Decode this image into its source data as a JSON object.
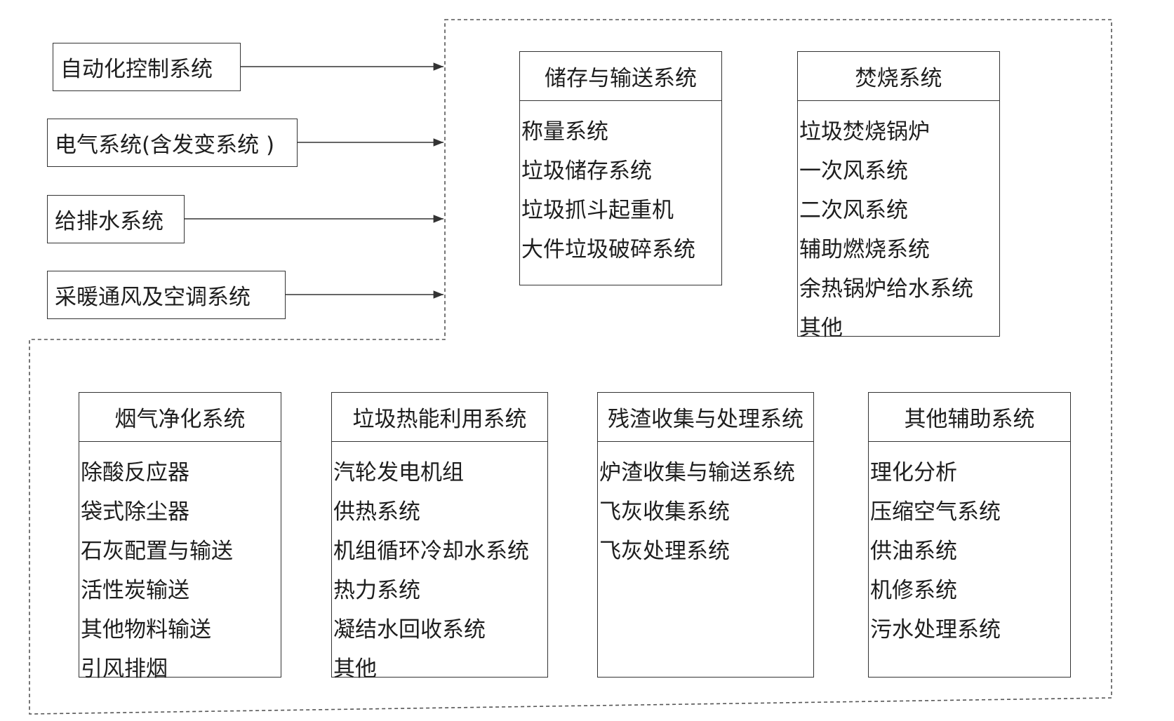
{
  "colors": {
    "line": "#333333",
    "text": "#1e1e1e",
    "background": "#ffffff"
  },
  "left_systems": [
    {
      "label": "自动化控制系统"
    },
    {
      "label": "电气系统(含发变系统 )"
    },
    {
      "label": "给排水系统"
    },
    {
      "label": "采暖通风及空调系统"
    }
  ],
  "top_modules": [
    {
      "title": "储存与输送系统",
      "items": [
        "称量系统",
        "垃圾储存系统",
        "垃圾抓斗起重机",
        "大件垃圾破碎系统"
      ]
    },
    {
      "title": "焚烧系统",
      "items": [
        "垃圾焚烧锅炉",
        "一次风系统",
        "二次风系统",
        "辅助燃烧系统",
        "余热锅炉给水系统",
        "其他"
      ]
    }
  ],
  "bottom_modules": [
    {
      "title": "烟气净化系统",
      "items": [
        "除酸反应器",
        "袋式除尘器",
        "石灰配置与输送",
        "活性炭输送",
        "其他物料输送",
        "引风排烟"
      ]
    },
    {
      "title": "垃圾热能利用系统",
      "items": [
        "汽轮发电机组",
        "供热系统",
        "机组循环冷却水系统",
        "热力系统",
        "凝结水回收系统",
        "其他"
      ]
    },
    {
      "title": "残渣收集与处理系统",
      "items": [
        "炉渣收集与输送系统",
        "飞灰收集系统",
        "飞灰处理系统"
      ]
    },
    {
      "title": "其他辅助系统",
      "items": [
        "理化分析",
        "压缩空气系统",
        "供油系统",
        "机修系统",
        "污水处理系统"
      ]
    }
  ]
}
